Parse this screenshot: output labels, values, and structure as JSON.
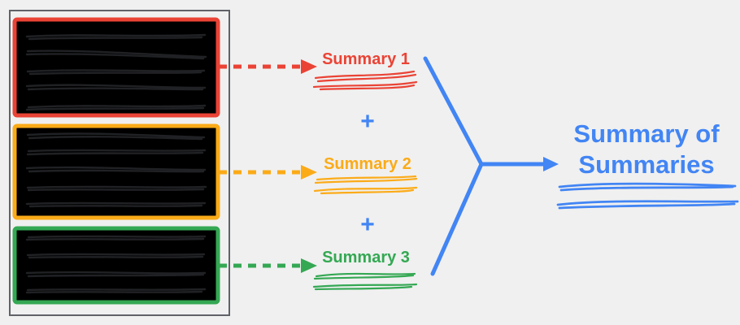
{
  "colors": {
    "background": "#f0f0f0",
    "red": "#EA4335",
    "orange": "#FBAB18",
    "green": "#34A853",
    "blue": "#4285F4",
    "outline_gray": "#5F6368",
    "ink": "#202124"
  },
  "summary_labels": {
    "s1": "Summary 1",
    "s2": "Summary 2",
    "s3": "Summary 3"
  },
  "operators": {
    "plus": "+"
  },
  "final_summary": {
    "label": "Summary of Summaries",
    "lines": [
      "Summary of",
      "Summaries"
    ]
  }
}
